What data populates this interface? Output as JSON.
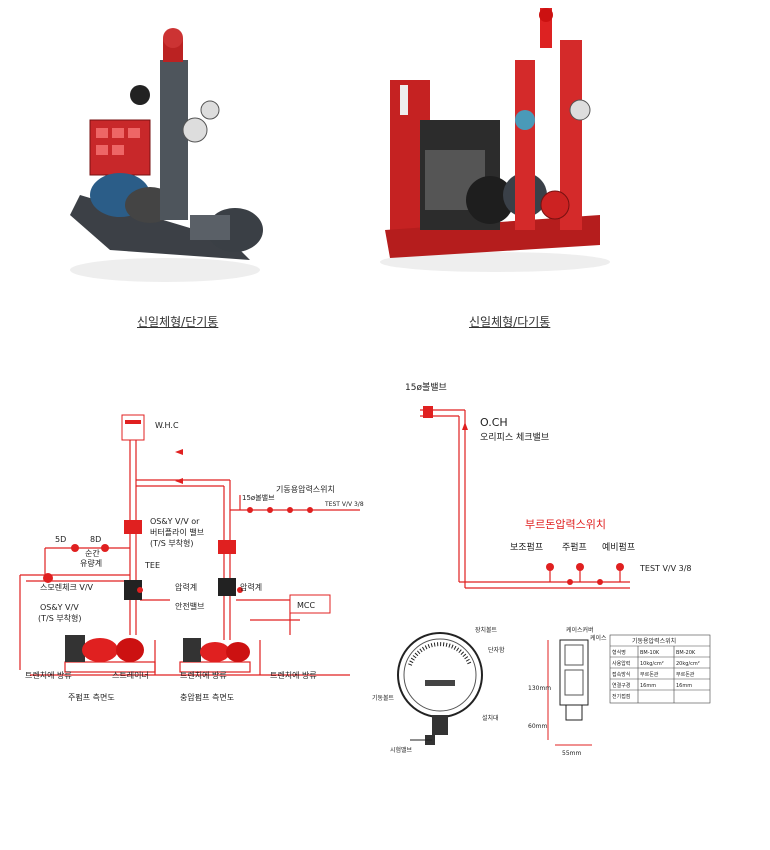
{
  "photos": {
    "left_caption": "신일체형/단기통",
    "right_caption": "신일체형/다기통"
  },
  "left_diagram": {
    "whc": "W.H.C",
    "sw_label": "기동용압력스위치",
    "v15": "15ø볼밸브",
    "testvv": "TEST V/V 3/8",
    "d5": "5D",
    "d8": "8D",
    "flow1": "순간",
    "flow2": "유량계",
    "osy1a": "OS&Y V/V or",
    "osy1b": "버터플라이 밸브",
    "osy1c": "(T/S 부착형)",
    "tee": "TEE",
    "check": "스모렌체크 V/V",
    "gauge1": "압력계",
    "gauge2": "압력계",
    "safety": "안전밸브",
    "mcc": "MCC",
    "osy2a": "OS&Y V/V",
    "osy2b": "(T/S 부착형)",
    "drain1": "트렌치에 방류",
    "strainer": "스트레이너",
    "drain2": "트렌치에 방류",
    "drain3": "트렌치에 방류",
    "main_side": "주펌프 측면도",
    "jockey_side": "충압펌프 측면도"
  },
  "right_diagram": {
    "v15": "15ø볼밸브",
    "och": "O.CH",
    "orifice": "오리피스 체크밸브",
    "bourdon": "부르돈압력스위치",
    "aux": "보조펌프",
    "main": "주펌프",
    "spare": "예비펌프",
    "test": "TEST V/V 3/8"
  },
  "gauge_detail": {
    "setting_bolt": "장치볼트",
    "terminal": "단자함",
    "start_bolt": "기동볼트",
    "mount": "설치대",
    "test_valve": "시험밸브",
    "case_cover": "케이스커버",
    "case": "케이스",
    "dim_130": "130mm",
    "dim_60": "60mm",
    "dim_55": "55mm",
    "table_title": "기동용압력스위치",
    "table_rows": [
      [
        "형식명",
        "BM-10K",
        "BM-20K"
      ],
      [
        "사용압력",
        "10kg/cm²",
        "20kg/cm²"
      ],
      [
        "접속방식",
        "부르돈관",
        "부르돈관"
      ],
      [
        "연결구경",
        "16mm",
        "16mm"
      ],
      [
        "전기접점",
        "",
        ""
      ]
    ]
  }
}
